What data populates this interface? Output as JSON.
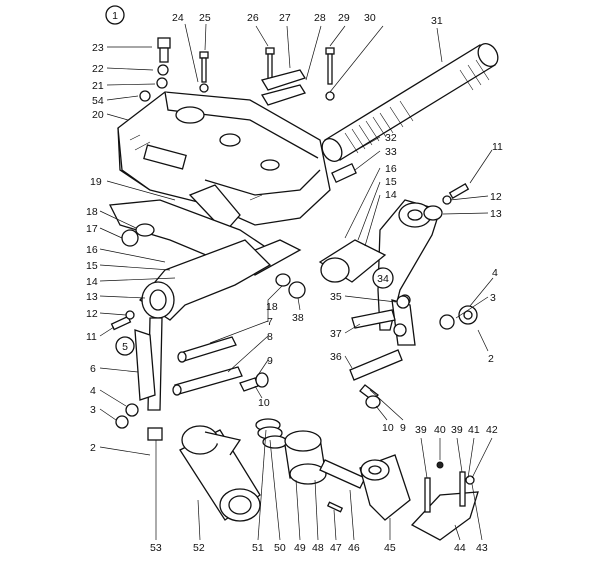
{
  "title": "",
  "callouts": [
    {
      "id": "c1",
      "text": "1"
    },
    {
      "id": "c5",
      "text": "5"
    },
    {
      "id": "c34",
      "text": "34"
    }
  ],
  "labels": {
    "l23": "23",
    "l22": "22",
    "l21": "21",
    "l54": "54",
    "l20": "20",
    "l24": "24",
    "l25": "25",
    "l26": "26",
    "l27": "27",
    "l28": "28",
    "l29": "29",
    "l30": "30",
    "l31": "31",
    "l32": "32",
    "l33": "33",
    "l16r": "16",
    "l15r": "15",
    "l14r": "14",
    "l19": "19",
    "l18": "18",
    "l17": "17",
    "l16": "16",
    "l15": "15",
    "l14": "14",
    "l13": "13",
    "l12": "12",
    "l11": "11",
    "l6": "6",
    "l4": "4",
    "l3": "3",
    "l2": "2",
    "l53": "53",
    "l52": "52",
    "l18b": "18",
    "l38": "38",
    "l7": "7",
    "l8": "8",
    "l9": "9",
    "l10": "10",
    "l11r": "11",
    "l12r": "12",
    "l13r": "13",
    "l4r": "4",
    "l3r": "3",
    "l2r": "2",
    "l35": "35",
    "l37": "37",
    "l36": "36",
    "l10r": "10",
    "l9r": "9",
    "l51": "51",
    "l50": "50",
    "l49": "49",
    "l48": "48",
    "l47": "47",
    "l46": "46",
    "l45": "45",
    "l39": "39",
    "l40": "40",
    "l39b": "39",
    "l41": "41",
    "l42": "42",
    "l44": "44",
    "l43": "43"
  }
}
